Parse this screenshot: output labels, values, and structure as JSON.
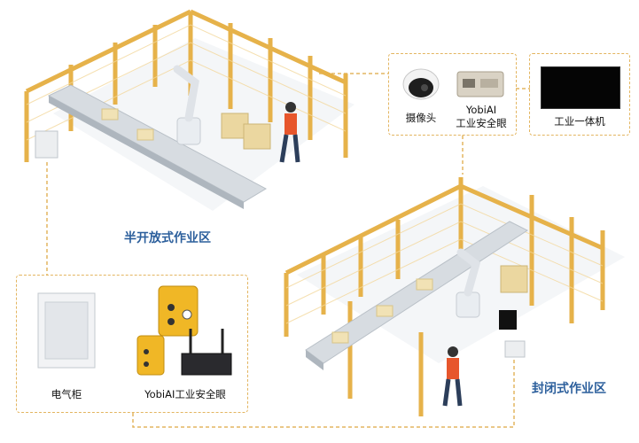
{
  "zones": {
    "semi_open": "半开放式作业区",
    "enclosed": "封闭式作业区"
  },
  "devices_top": {
    "camera": "摄像头",
    "safety_eye_line1": "YobiAI",
    "safety_eye_line2": "工业安全眼",
    "industrial_pc": "工业一体机"
  },
  "devices_bottom": {
    "cabinet": "电气柜",
    "safety_eye_kit": "YobiAI工业安全眼"
  },
  "colors": {
    "fence": "#e6b24a",
    "dash": "#e3b560",
    "title": "#2c5f9c"
  }
}
